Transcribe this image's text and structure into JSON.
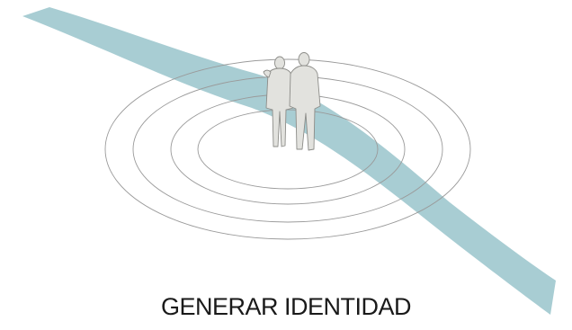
{
  "caption": "GENERAR IDENTIDAD",
  "colors": {
    "band": "#a8cdd3",
    "rings": "#9a9a9a",
    "figure_fill": "#e2e2de",
    "figure_stroke": "#8c8c88",
    "caption": "#1a1a1a",
    "background": "#ffffff"
  },
  "icons": {
    "figures": "two-people-side-by-side-icon",
    "rings": "concentric-ellipses",
    "band": "flowing-river-band"
  }
}
